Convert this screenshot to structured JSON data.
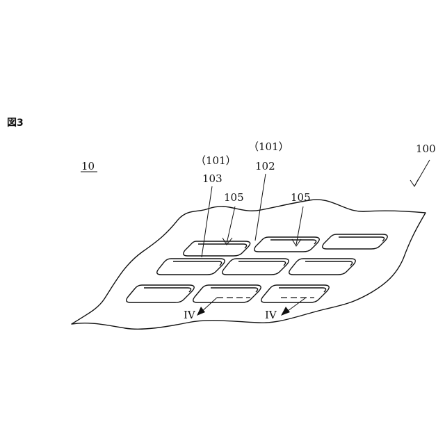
{
  "figure": {
    "title": "図3"
  },
  "labels": {
    "apparatus": "10",
    "sheet": "100",
    "group_left": "（101）",
    "group_right": "（101）",
    "recess_a": "103",
    "recess_b": "102",
    "arrow_left": "105",
    "arrow_right": "105",
    "section_left": "IV",
    "section_right": "IV"
  }
}
